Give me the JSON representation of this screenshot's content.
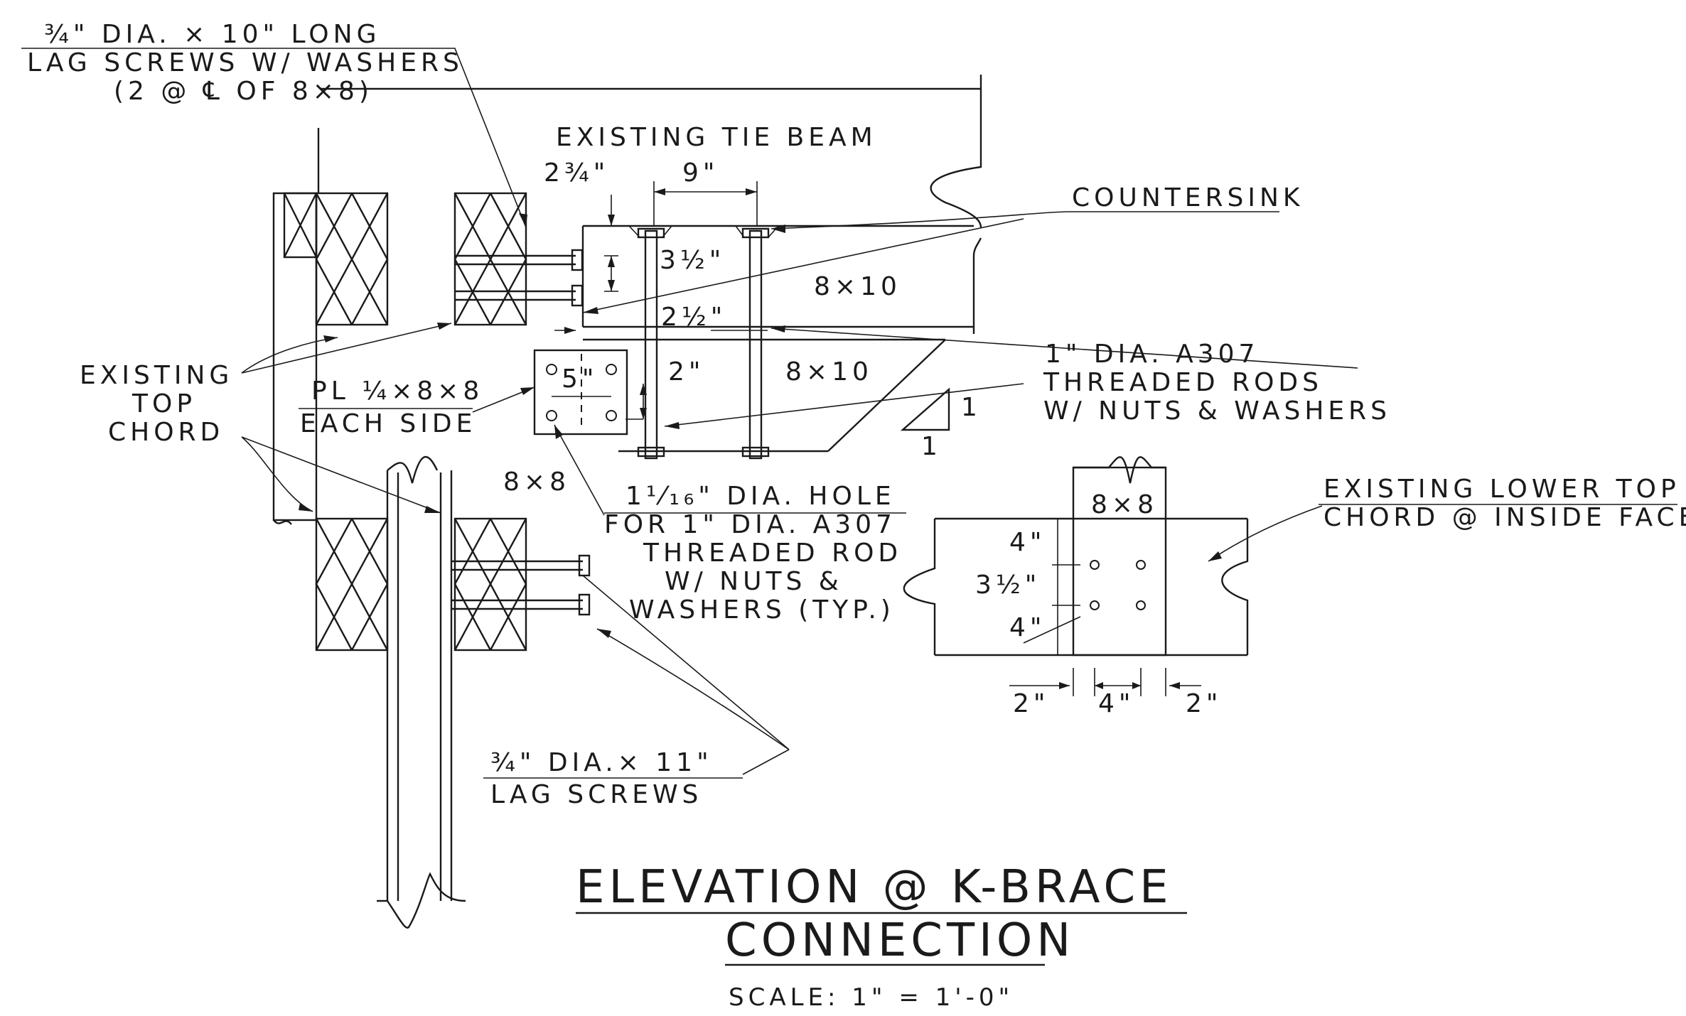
{
  "labels": {
    "lag10_l1": "¾\" DIA. × 10\" LONG",
    "lag10_l2": "LAG SCREWS  W/ WASHERS",
    "lag10_l3": "(2 @ ℄ OF 8×8)",
    "tie_beam": "EXISTING TIE BEAM",
    "countersink": "COUNTERSINK",
    "ex_top_l1": "EXISTING",
    "ex_top_l2": "TOP",
    "ex_top_l3": "CHORD",
    "plate_l1": "PL ¼×8×8",
    "plate_l2": "EACH SIDE",
    "rod_l1": "1\" DIA. A307",
    "rod_l2": "THREADED RODS",
    "rod_l3": "W/ NUTS & WASHERS",
    "hole_l1": "1¹⁄₁₆\" DIA. HOLE",
    "hole_l2": "FOR 1\" DIA. A307",
    "hole_l3": "THREADED ROD",
    "hole_l4": "W/ NUTS &",
    "hole_l5": "WASHERS (TYP.)",
    "lower_l1": "EXISTING LOWER TOP",
    "lower_l2": "CHORD @ INSIDE FACE",
    "lag11_l1": "¾\" DIA.× 11\"",
    "lag11_l2": "LAG SCREWS",
    "slope_v": "1",
    "slope_h": "1"
  },
  "members": {
    "beam_upper": "8×10",
    "beam_lower": "8×10",
    "post": "8×8",
    "detail_post": "8×8"
  },
  "dimensions": {
    "d_2_3_4": "2¾\"",
    "d_9": "9\"",
    "d_3_1_2": "3½\"",
    "d_2_1_2": "2½\"",
    "d_2_in": "2\"",
    "d_5": "5\"",
    "det_4_top": "4\"",
    "det_3_1_2": "3½\"",
    "det_4_bot": "4\"",
    "det_2_left": "2\"",
    "det_4_mid": "4\"",
    "det_2_right": "2\""
  },
  "title": {
    "line1": "ELEVATION @ K-BRACE",
    "line2": "CONNECTION",
    "scale": "SCALE: 1\" = 1'-0\""
  }
}
